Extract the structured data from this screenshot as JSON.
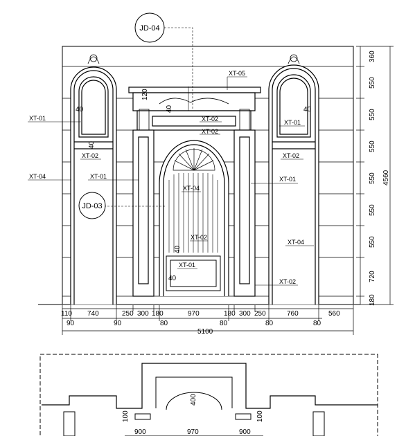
{
  "detail_callouts": {
    "top": "JD-04",
    "left": "JD-03"
  },
  "tags": {
    "xt05": "XT-05",
    "xt02_top": "XT-02",
    "xt02_mid": "XT-02",
    "xt01_left": "XT-01",
    "xt01_right": "XT-01",
    "xt02_left": "XT-02",
    "xt02_right": "XT-02",
    "xt04_left": "XT-04",
    "xt01_innerleft": "XT-01",
    "xt04_center": "XT-04",
    "xt01_innerright": "XT-01",
    "xt04_right": "XT-04",
    "xt02_lower": "XT-02",
    "xt01_lower": "XT-01",
    "xt02_bottomright": "XT-02"
  },
  "inline_dims": {
    "d120": "120",
    "d40_center": "40",
    "d40_leftarch": "40",
    "d40_rightarch": "40",
    "d40_leftcol": "40",
    "d40_lower1": "40",
    "d40_lower2": "40"
  },
  "right_dims": {
    "segments": [
      "360",
      "550",
      "550",
      "550",
      "550",
      "550",
      "550",
      "720",
      "180"
    ],
    "total": "4560"
  },
  "bottom_dims": {
    "row1": [
      "110",
      "740",
      "250",
      "300",
      "180",
      "970",
      "180",
      "300",
      "250",
      "760",
      "560"
    ],
    "row2": [
      "90",
      "90",
      "80",
      "80",
      "80",
      "80"
    ],
    "total": "5100"
  },
  "plan_dims": {
    "widths": [
      "900",
      "970",
      "900"
    ],
    "depth_center": "400",
    "depth_left": "100",
    "depth_right": "100"
  }
}
